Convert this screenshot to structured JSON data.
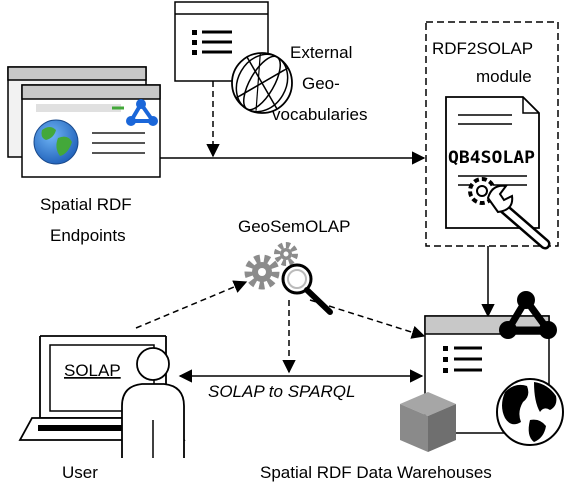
{
  "labels": {
    "external_vocab_line1": "External",
    "external_vocab_line2": "Geo-",
    "external_vocab_line3": "vocabularies",
    "module_line1": "RDF2SOLAP",
    "module_line2": "module",
    "qb4solap": "QB4SOLAP",
    "endpoints_line1": "Spatial RDF",
    "endpoints_line2": "Endpoints",
    "geosemolap": "GeoSemOLAP",
    "solap_screen": "SOLAP",
    "solap_to_sparql": "SOLAP to SPARQL",
    "user": "User",
    "warehouses": "Spatial RDF Data Warehouses"
  },
  "colors": {
    "stroke": "#000000",
    "window_bar": "#c8c8c8",
    "window_fill": "#f2f2f2",
    "gear_gray": "#8c8c8c",
    "cube_top": "#a6a6a6",
    "cube_left": "#8a8a8a",
    "cube_right": "#6f6f6f",
    "globe_blue": "#2e7bd6",
    "globe_green": "#43a83a",
    "rdf_blue": "#1a66d9"
  },
  "icons": [
    "list-document-icon",
    "globe-icon",
    "rdf-node-icon",
    "gear-icon",
    "magnifier-icon",
    "wrench-icon",
    "laptop-icon",
    "user-icon",
    "cube-icon"
  ]
}
